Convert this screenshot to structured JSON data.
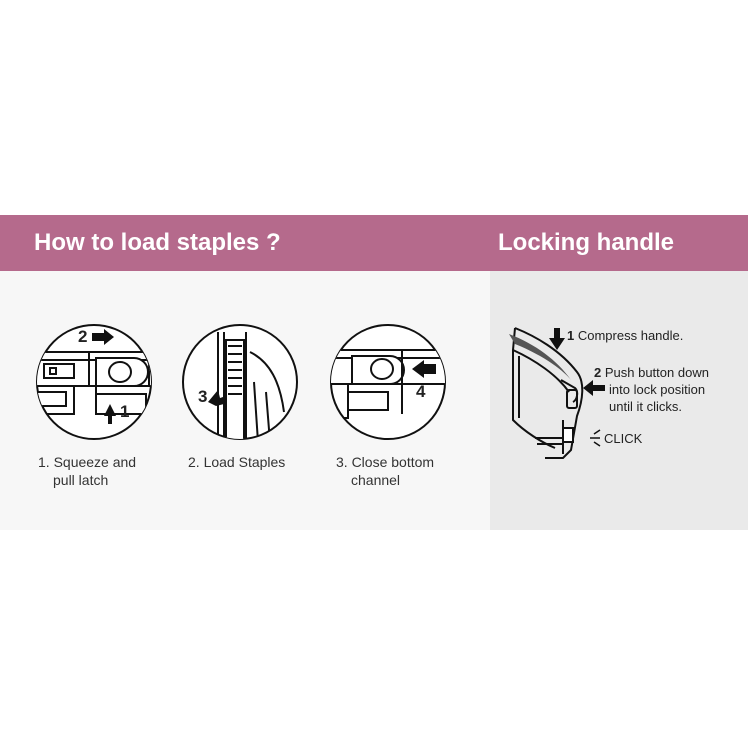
{
  "header": {
    "left_title": "How to load staples ?",
    "right_title": "Locking handle",
    "background_color": "#b56a8c"
  },
  "steps": [
    {
      "number": "2",
      "number2": "1",
      "caption_line1": "1. Squeeze and",
      "caption_line2": "pull latch"
    },
    {
      "number": "3",
      "caption_line1": "2. Load Staples",
      "caption_line2": ""
    },
    {
      "number": "4",
      "caption_line1": "3. Close bottom",
      "caption_line2": "channel"
    }
  ],
  "locking": {
    "step1_number": "1",
    "step1_text": "Compress handle.",
    "step2_number": "2",
    "step2_line1": "Push button down",
    "step2_line2": "into lock position",
    "step2_line3": "until it clicks.",
    "click_text": "CLICK"
  }
}
